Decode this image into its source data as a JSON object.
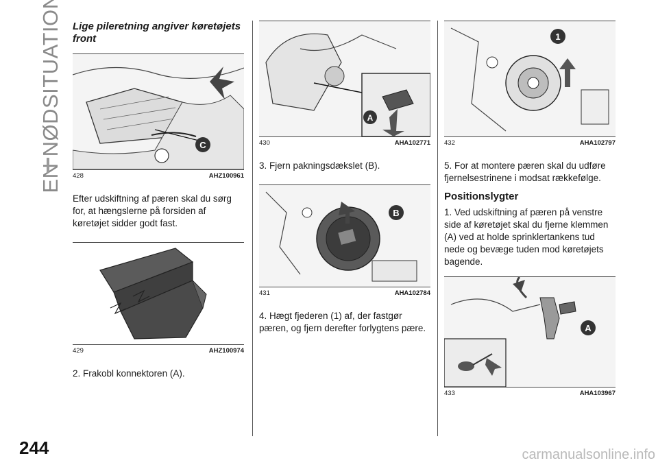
{
  "side_title": "EN NØDSITUATION",
  "page_number": "244",
  "watermark": "carmanualsonline.info",
  "col1": {
    "heading": "Lige pileretning angiver køretøjets front",
    "fig428": {
      "num": "428",
      "code": "AHZ100961",
      "callout": "C"
    },
    "para1": "Efter udskiftning af pæren skal du sørg for, at hængslerne på forsiden af køretøjet sidder godt fast.",
    "fig429": {
      "num": "429",
      "code": "AHZ100974"
    },
    "para2": "2. Frakobl konnektoren (A)."
  },
  "col2": {
    "fig430": {
      "num": "430",
      "code": "AHA102771",
      "callout": "A"
    },
    "para1": "3. Fjern pakningsdækslet (B).",
    "fig431": {
      "num": "431",
      "code": "AHA102784",
      "callout": "B"
    },
    "para2": "4. Hægt fjederen (1) af, der fastgør pæren, og fjern derefter forlygtens pære."
  },
  "col3": {
    "fig432": {
      "num": "432",
      "code": "AHA102797",
      "callout": "1"
    },
    "para1": "5. For at montere pæren skal du udføre fjernelsestrinene i modsat rækkefølge.",
    "heading": "Positionslygter",
    "para2": "1. Ved udskiftning af pæren på venstre side af køretøjet skal du fjerne klemmen (A) ved at holde sprinklertankens tud nede og bevæge tuden mod køretøjets bagende.",
    "fig433": {
      "num": "433",
      "code": "AHA103967",
      "callout": "A"
    }
  }
}
